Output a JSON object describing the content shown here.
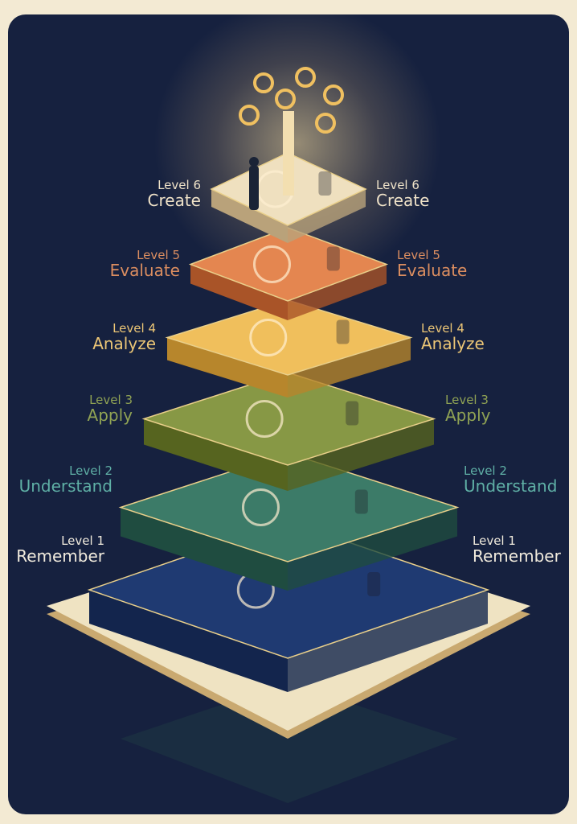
{
  "levels": [
    {
      "level": "Level 6",
      "name": "Create",
      "top_color": "#efe0bf",
      "side_color": "#b9a27a",
      "text_color": "#efe2c8",
      "icons": [
        "tree-of-gears-icon",
        "person-icon",
        "paintbrush-icon"
      ]
    },
    {
      "level": "Level 5",
      "name": "Evaluate",
      "top_color": "#e48650",
      "side_color": "#a95428",
      "text_color": "#dc8e60",
      "icons": [
        "compass-icon",
        "thumbs-up-icon",
        "thumbs-down-icon"
      ]
    },
    {
      "level": "Level 4",
      "name": "Analyze",
      "top_color": "#f0bf5c",
      "side_color": "#b7862c",
      "text_color": "#ecc676",
      "icons": [
        "puzzle-icon",
        "scales-icon"
      ]
    },
    {
      "level": "Level 3",
      "name": "Apply",
      "top_color": "#879845",
      "side_color": "#56641f",
      "text_color": "#90a354",
      "icons": [
        "gears-icon",
        "hammer-icon"
      ]
    },
    {
      "level": "Level 2",
      "name": "Understand",
      "top_color": "#3c7b68",
      "side_color": "#1f4c40",
      "text_color": "#5fb0a6",
      "icons": [
        "flowchart-icon",
        "magnifying-glass-icon"
      ]
    },
    {
      "level": "Level 1",
      "name": "Remember",
      "top_color": "#1f3a72",
      "side_color": "#13254d",
      "text_color": "#f1ebdd",
      "icons": [
        "books-icon",
        "open-book-icon",
        "scroll-icon",
        "brain-icon"
      ]
    }
  ],
  "colors": {
    "background": "#16213f",
    "frame": "#f3ead3",
    "base": "#efe3c2"
  }
}
